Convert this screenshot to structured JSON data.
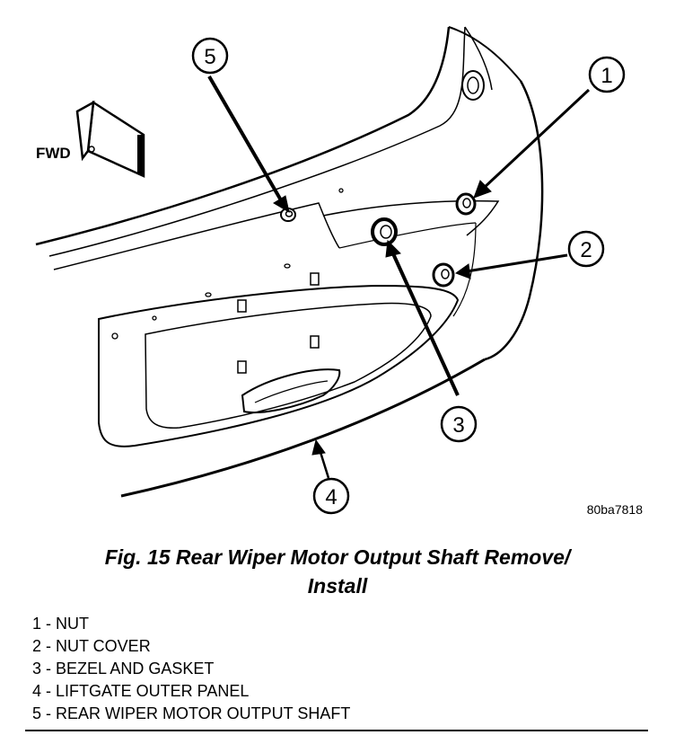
{
  "figure": {
    "fwd_label": "FWD",
    "image_code": "80ba7818",
    "callouts": [
      "1",
      "2",
      "3",
      "4",
      "5"
    ]
  },
  "caption": {
    "line1": "Fig. 15 Rear Wiper Motor Output Shaft Remove/",
    "line2": "Install"
  },
  "legend": [
    "1 - NUT",
    "2 - NUT COVER",
    "3 - BEZEL AND GASKET",
    "4 - LIFTGATE OUTER PANEL",
    "5 - REAR WIPER MOTOR OUTPUT SHAFT"
  ]
}
